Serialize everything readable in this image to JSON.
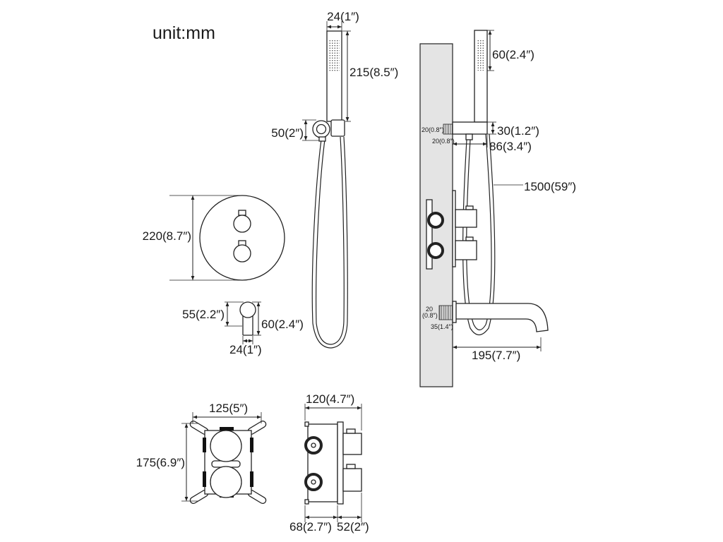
{
  "unit_label": "unit:mm",
  "hand_shower_front": {
    "width_label": "24(1″)",
    "length_label": "215(8.5″)",
    "holder_label": "50(2″)"
  },
  "trim_plate": {
    "diameter_label": "220(8.7″)"
  },
  "spout_front": {
    "offset_label": "55(2.2″)",
    "height_label": "60(2.4″)",
    "width_label": "24(1″)"
  },
  "side_view": {
    "hand_shower_head_label": "60(2.4″)",
    "holder_thread_label": "20(0.8″)",
    "holder_offset_label": "20(0.8″)",
    "holder_height_label": "30(1.2″)",
    "holder_projection_label": "86(3.4″)",
    "hose_length_label": "1500(59″)",
    "spout_thread_label": "20",
    "spout_thread_inch_label": "(0.8″)",
    "spout_thread_length_label": "35(1.4″)",
    "spout_projection_label": "195(7.7″)"
  },
  "valve_front": {
    "width_label": "125(5″)",
    "height_label": "175(6.9″)"
  },
  "valve_side": {
    "width_label": "120(4.7″)",
    "depth_front_label": "68(2.7″)",
    "depth_back_label": "52(2″)"
  },
  "colors": {
    "line": "#222222",
    "wall": "#e4e4e4",
    "background": "#ffffff"
  }
}
